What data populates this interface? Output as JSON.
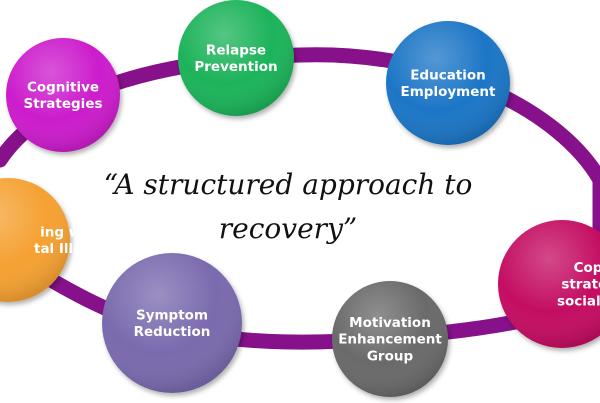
{
  "title": "“A structured approach to recovery”",
  "quote_lines": [
    "“A structured approach to",
    "recovery”"
  ],
  "ring_color": "#86118a",
  "nodes": [
    {
      "id": "cognitive-strategies",
      "lines": [
        "Cognitive",
        "Strategies"
      ],
      "color": "#cc1fcc"
    },
    {
      "id": "relapse-prevention",
      "lines": [
        "Relapse",
        "Prevention"
      ],
      "color": "#1db35a"
    },
    {
      "id": "education-employment",
      "lines": [
        "Education",
        "Employment"
      ],
      "color": "#1a76c6"
    },
    {
      "id": "coping-strategies",
      "lines": [
        "Coping",
        "strategies",
        "social netw"
      ],
      "color": "#c41062"
    },
    {
      "id": "motivation-enhancement-group",
      "lines": [
        "Motivation",
        "Enhancement",
        "Group"
      ],
      "color": "#6a6a6a"
    },
    {
      "id": "symptom-reduction",
      "lines": [
        "Symptom",
        "Reduction"
      ],
      "color": "#7a6aae"
    },
    {
      "id": "living-with-mental-illness",
      "lines": [
        "ing with",
        "tal Illness"
      ],
      "color": "#f5a132"
    }
  ]
}
